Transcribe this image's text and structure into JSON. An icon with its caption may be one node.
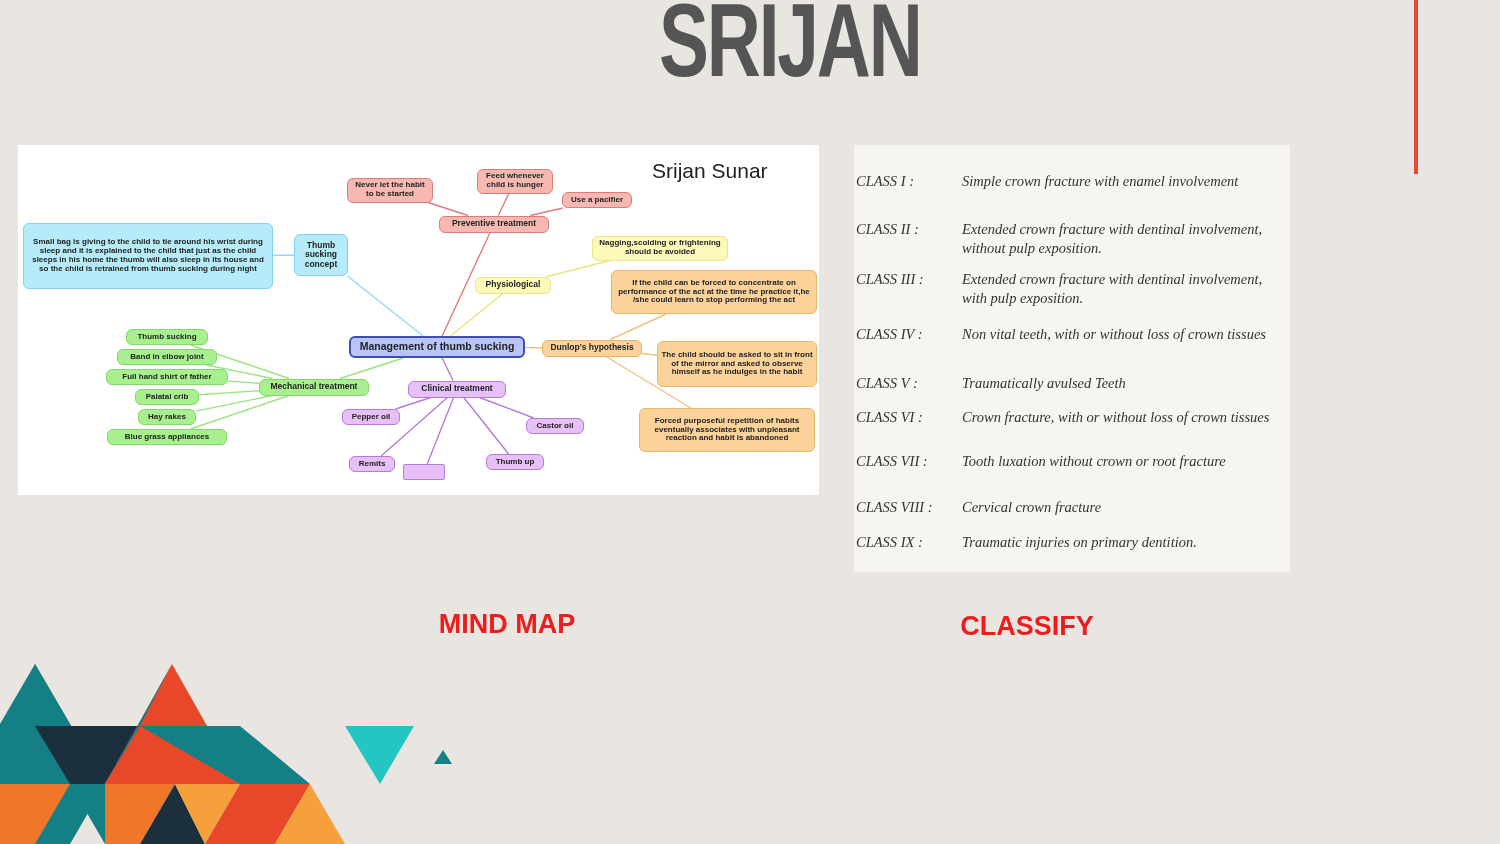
{
  "diagram": {
    "title": "SRIJAN",
    "nodes": [
      {
        "text": [
          "Management of thumb sucking"
        ]
      },
      {
        "text": [
          "Preventive treatment"
        ]
      },
      {
        "text": [
          "Never let the habit to be started"
        ]
      },
      {
        "text": [
          "Feed whenever child is hunger"
        ]
      },
      {
        "text": [
          "Use a pacifier"
        ]
      },
      {
        "text": [
          "Thumb sucking concept"
        ]
      },
      {
        "text": [
          "Small bag is giving to the child to tie around his wrist during sleep and it is explained to the child that just as the child sleeps in his home the thumb will also sleep in its house and so the child is retrained from thumb sucking during night"
        ]
      },
      {
        "text": [
          "Physiological"
        ]
      },
      {
        "text": [
          "Nagging,scolding or frightening should be avoided"
        ]
      },
      {
        "text": [
          "Dunlop's hypothesis"
        ]
      },
      {
        "text": [
          "If the child can be forced to concentrate on performance of the act at the time he practice it,he /she could learn to stop performing the act"
        ]
      },
      {
        "text": [
          "The child should be asked to sit in front of the mirror and asked to observe himself as he indulges in the habit"
        ]
      },
      {
        "text": [
          "Forced purposeful repetition of habits eventually associates with unpleasant reaction and habit is abandoned"
        ]
      },
      {
        "text": [
          "Mechanical treatment"
        ]
      },
      {
        "text": [
          "Thumb sucking"
        ]
      },
      {
        "text": [
          "Band in elbow joint"
        ]
      },
      {
        "text": [
          "Full hand shirt of father"
        ]
      },
      {
        "text": [
          "Palatal crib"
        ]
      },
      {
        "text": [
          "Hay rakes"
        ]
      },
      {
        "text": [
          "Blue grass appliances"
        ]
      },
      {
        "text": [
          "Clinical treatment"
        ]
      },
      {
        "text": [
          "Pepper oil"
        ]
      },
      {
        "text": [
          "Castor oil"
        ]
      },
      {
        "text": [
          "Remits"
        ]
      },
      {
        "text": [],
        "shape": "box"
      },
      {
        "text": [
          "Thumb up"
        ]
      }
    ],
    "edges": [
      {
        "from": 0,
        "to": 1,
        "arrow": "none",
        "color": "#e07b7b"
      },
      {
        "from": 1,
        "to": 2,
        "arrow": "none",
        "color": "#e07b7b"
      },
      {
        "from": 1,
        "to": 3,
        "arrow": "none",
        "color": "#e07b7b"
      },
      {
        "from": 1,
        "to": 4,
        "arrow": "none",
        "color": "#e07b7b"
      },
      {
        "from": 0,
        "to": 5,
        "arrow": "none",
        "color": "#8fdcef"
      },
      {
        "from": 5,
        "to": 6,
        "arrow": "none",
        "color": "#8fdcef"
      },
      {
        "from": 0,
        "to": 7,
        "arrow": "none",
        "color": "#eee47a"
      },
      {
        "from": 7,
        "to": 8,
        "arrow": "none",
        "color": "#eee47a"
      },
      {
        "from": 0,
        "to": 9,
        "arrow": "none",
        "color": "#eec27d"
      },
      {
        "from": 9,
        "to": 10,
        "arrow": "none",
        "color": "#eec27d"
      },
      {
        "from": 9,
        "to": 11,
        "arrow": "none",
        "color": "#eec27d"
      },
      {
        "from": 9,
        "to": 12,
        "arrow": "none",
        "color": "#eec27d"
      },
      {
        "from": 0,
        "to": 13,
        "arrow": "none",
        "color": "#9be382"
      },
      {
        "from": 13,
        "to": 14,
        "arrow": "none",
        "color": "#9be382"
      },
      {
        "from": 13,
        "to": 15,
        "arrow": "none",
        "color": "#9be382"
      },
      {
        "from": 13,
        "to": 16,
        "arrow": "none",
        "color": "#9be382"
      },
      {
        "from": 13,
        "to": 17,
        "arrow": "none",
        "color": "#9be382"
      },
      {
        "from": 13,
        "to": 18,
        "arrow": "none",
        "color": "#9be382"
      },
      {
        "from": 13,
        "to": 19,
        "arrow": "none",
        "color": "#9be382"
      },
      {
        "from": 0,
        "to": 20,
        "arrow": "none",
        "color": "#b77bd8"
      },
      {
        "from": 20,
        "to": 21,
        "arrow": "none",
        "color": "#b77bd8"
      },
      {
        "from": 20,
        "to": 22,
        "arrow": "none",
        "color": "#b77bd8"
      },
      {
        "from": 20,
        "to": 23,
        "arrow": "none",
        "color": "#b77bd8"
      },
      {
        "from": 20,
        "to": 24,
        "arrow": "none",
        "color": "#b77bd8"
      },
      {
        "from": 20,
        "to": 25,
        "arrow": "none",
        "color": "#b77bd8"
      }
    ],
    "labels": [
      "Srijan Sunar",
      "CLASS I :",
      "Simple crown fracture with enamel involvement",
      "CLASS II :",
      "Extended crown fracture with dentinal involvement, without pulp exposition.",
      "CLASS III :",
      "Extended crown fracture with dentinal involvement, with pulp exposition.",
      "CLASS IV :",
      "Non vital teeth, with or without loss of crown tissues",
      "CLASS V :",
      "Traumatically avulsed Teeth",
      "CLASS VI :",
      "Crown fracture, with or without loss of crown tissues",
      "CLASS VII :",
      "Tooth luxation without crown or root fracture",
      "CLASS VIII :",
      "Cervical crown fracture",
      "CLASS IX :",
      "Traumatic injuries on primary dentition.",
      "MIND MAP",
      "CLASSIFY"
    ]
  }
}
